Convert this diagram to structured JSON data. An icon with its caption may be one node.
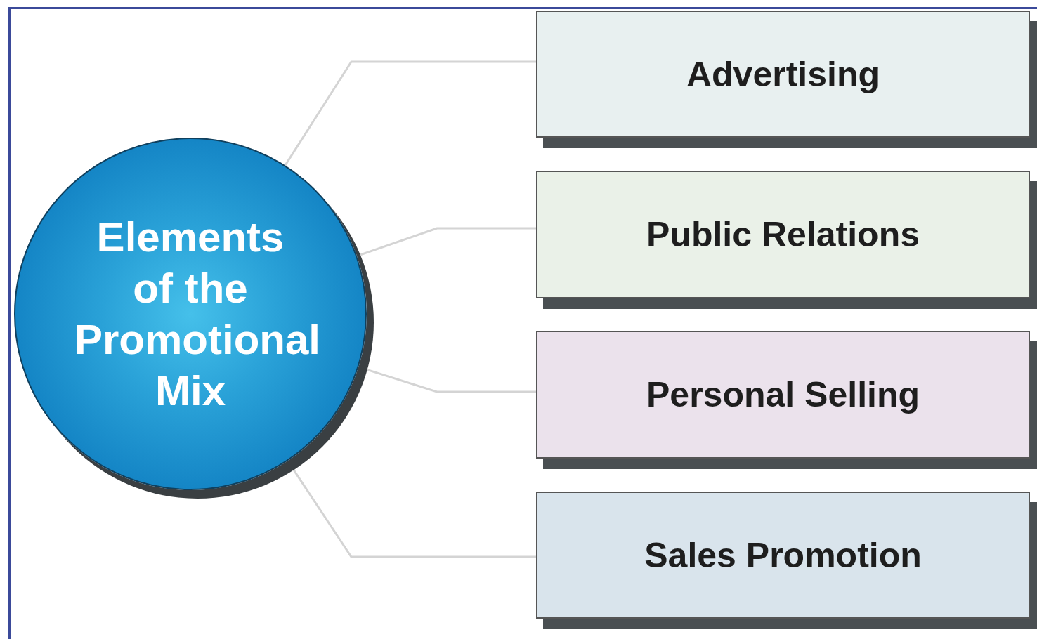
{
  "diagram": {
    "nodes": [
      {
        "text": [
          "Elements of the Promotional Mix"
        ]
      },
      {
        "text": [
          "Advertising"
        ]
      },
      {
        "text": [
          "Public Relations"
        ]
      },
      {
        "text": [
          "Personal Selling"
        ]
      },
      {
        "text": [
          "Sales Promotion"
        ]
      }
    ],
    "edges": [
      {
        "from": 0,
        "to": 1,
        "arrow": "none"
      },
      {
        "from": 0,
        "to": 2,
        "arrow": "none"
      },
      {
        "from": 0,
        "to": 3,
        "arrow": "none"
      },
      {
        "from": 0,
        "to": 4,
        "arrow": "none"
      }
    ]
  }
}
